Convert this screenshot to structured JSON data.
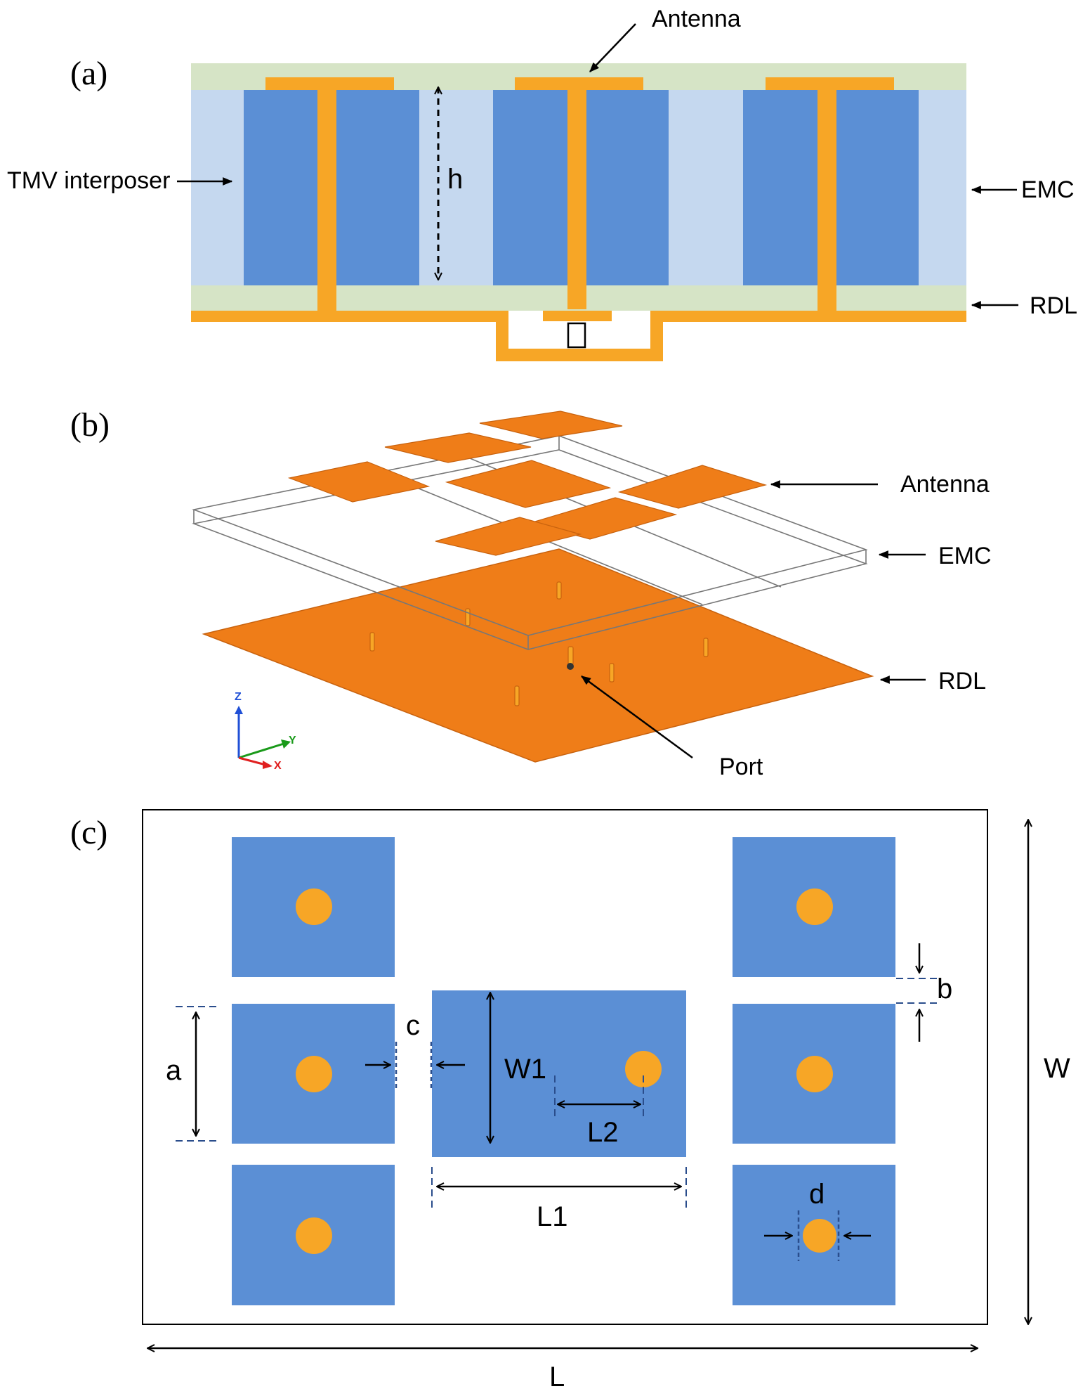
{
  "panels": {
    "a": {
      "label": "(a)",
      "annotations": {
        "antenna": "Antenna",
        "tmv": "TMV interposer",
        "emc": "EMC",
        "rdl": "RDL",
        "h": "h"
      }
    },
    "b": {
      "label": "(b)",
      "annotations": {
        "antenna": "Antenna",
        "emc": "EMC",
        "rdl": "RDL",
        "port": "Port"
      },
      "axes": {
        "z": "Z",
        "y": "Y",
        "x": "X"
      }
    },
    "c": {
      "label": "(c)",
      "dimensions": {
        "W": "W",
        "L": "L",
        "a": "a",
        "b": "b",
        "c": "c",
        "d": "d",
        "W1": "W1",
        "L1": "L1",
        "L2": "L2"
      }
    }
  },
  "colors": {
    "emc": "#c5d8ef",
    "rdl_layer": "#d6e4c6",
    "tmv_block": "#5b8fd5",
    "metal": "#f7a626",
    "model_orange": "#ef7d18",
    "model_orange_edge": "#c8620e",
    "axis_z": "#1f4fd6",
    "axis_y": "#1a9a1a",
    "axis_x": "#e02020"
  },
  "icons": [
    "arrow-icon",
    "axis-triad-icon"
  ]
}
